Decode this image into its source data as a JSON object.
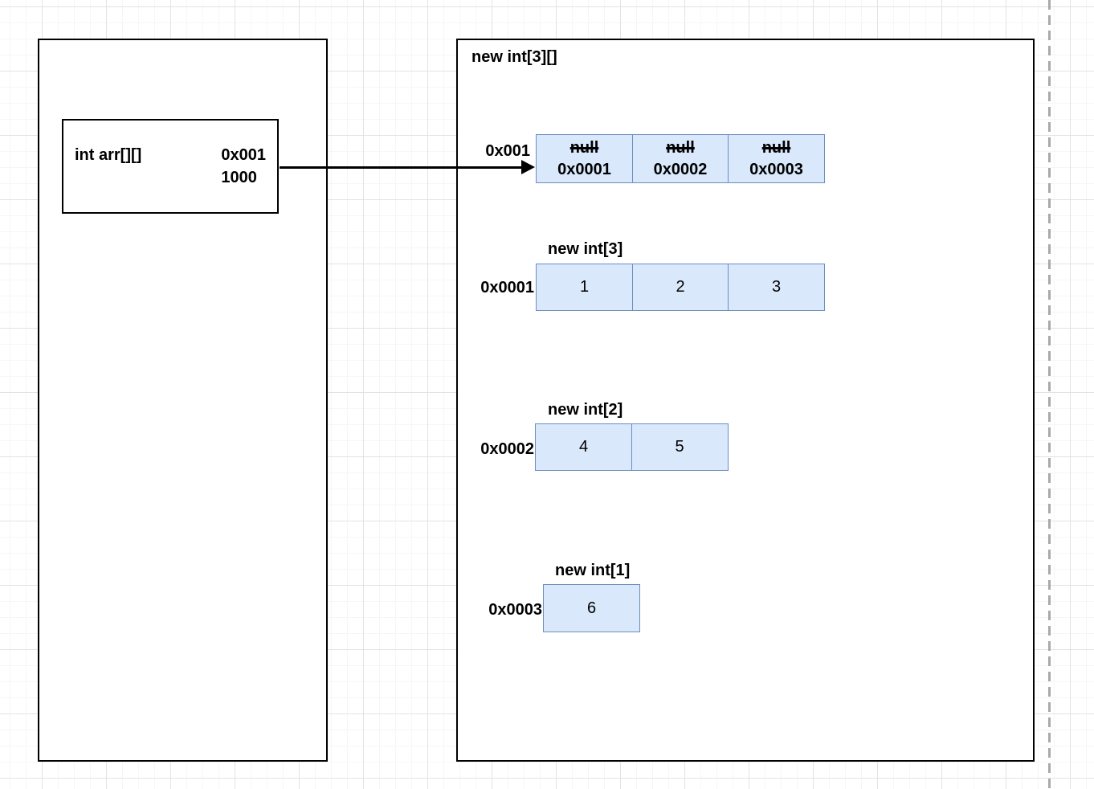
{
  "pointer_box": {
    "label": "int arr[][]",
    "address": "0x001",
    "value": "1000"
  },
  "heap": {
    "title": "new int[3][]",
    "rows": [
      {
        "address": "0x001",
        "title": "",
        "cells": [
          {
            "old": "null",
            "value": "0x0001"
          },
          {
            "old": "null",
            "value": "0x0002"
          },
          {
            "old": "null",
            "value": "0x0003"
          }
        ]
      },
      {
        "address": "0x0001",
        "title": "new int[3]",
        "cells": [
          {
            "value": "1"
          },
          {
            "value": "2"
          },
          {
            "value": "3"
          }
        ]
      },
      {
        "address": "0x0002",
        "title": "new int[2]",
        "cells": [
          {
            "value": "4"
          },
          {
            "value": "5"
          }
        ]
      },
      {
        "address": "0x0003",
        "title": "new int[1]",
        "cells": [
          {
            "value": "6"
          }
        ]
      }
    ]
  },
  "colors": {
    "cell_fill": "#dae8fc",
    "cell_border": "#6c8ebf",
    "box_border": "#000000",
    "page_divider": "#a9a9a9"
  }
}
